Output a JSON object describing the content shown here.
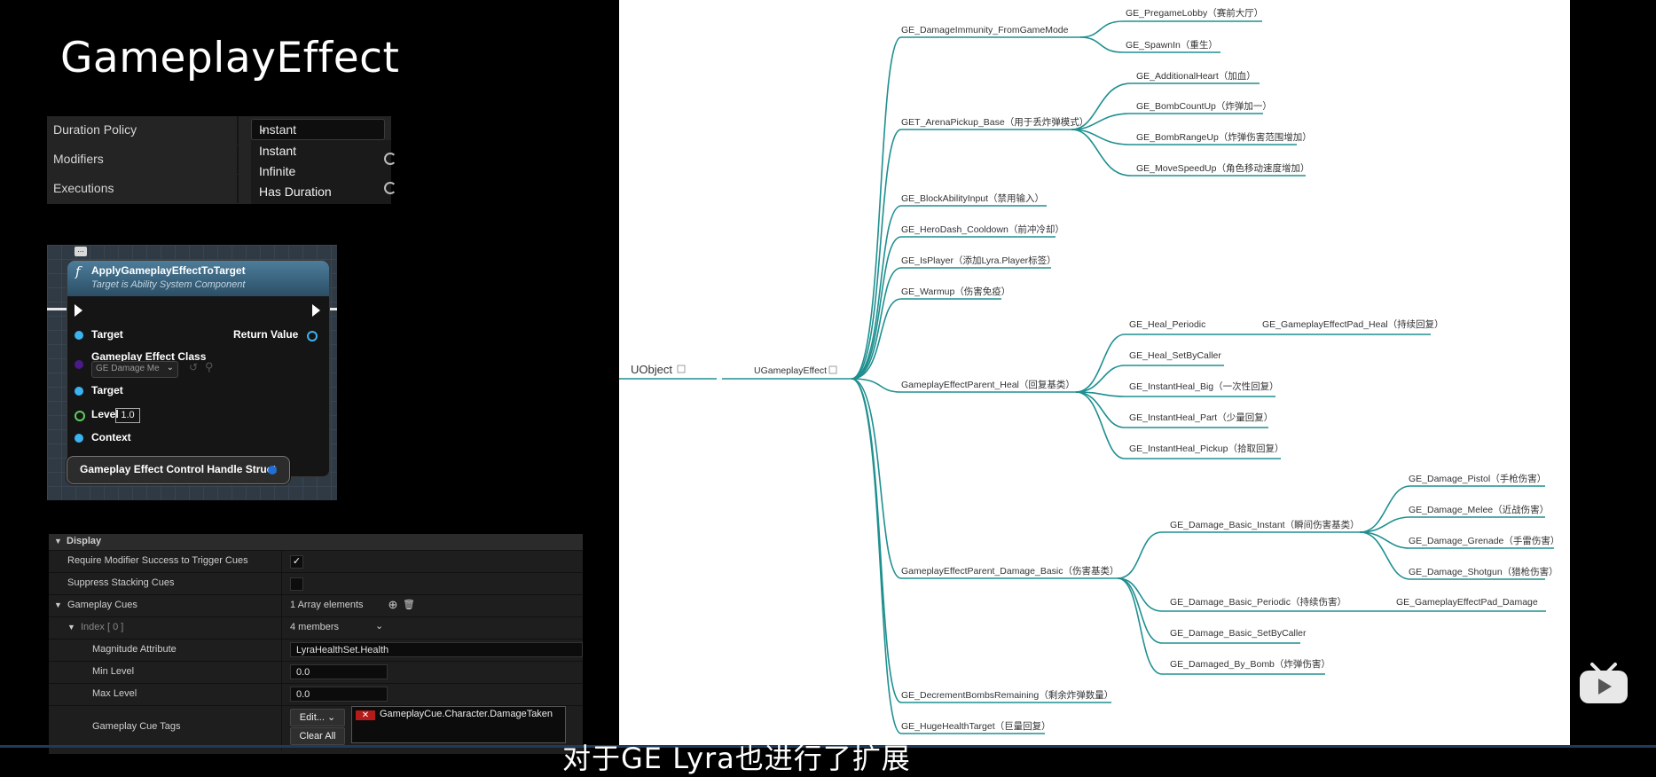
{
  "title": "GameplayEffect",
  "duration_panel": {
    "rows": [
      "Duration Policy",
      "Modifiers",
      "Executions"
    ],
    "selected": "Instant",
    "options": [
      "Instant",
      "Infinite",
      "Has Duration"
    ]
  },
  "node": {
    "title": "ApplyGameplayEffectToTarget",
    "subtitle": "Target is Ability System Component",
    "fx_symbol": "f",
    "menu_dots": "...",
    "pins": {
      "target1": "Target",
      "return_value": "Return Value",
      "effect_class": "Gameplay Effect Class",
      "effect_class_value": "GE Damage Me",
      "target2": "Target",
      "level": "Level",
      "level_value": "1.0",
      "context": "Context"
    },
    "struct_label": "Gameplay Effect Control Handle Struct"
  },
  "details": {
    "display": "Display",
    "require_modifier": "Require Modifier Success to Trigger Cues",
    "suppress_stacking": "Suppress Stacking Cues",
    "gameplay_cues": "Gameplay Cues",
    "array_elements": "1 Array elements",
    "index": "Index [ 0 ]",
    "members": "4 members",
    "magnitude_attribute": "Magnitude Attribute",
    "magnitude_value": "LyraHealthSet.Health",
    "min_level": "Min Level",
    "min_value": "0.0",
    "max_level": "Max Level",
    "max_value": "0.0",
    "cue_tags": "Gameplay Cue Tags",
    "edit": "Edit...",
    "clear_all": "Clear All",
    "tag": "GameplayCue.Character.DamageTaken",
    "check_mark": "✓",
    "add_icon": "⊕",
    "trash_icon": "🗑"
  },
  "mindmap": {
    "root": "UObject",
    "child": "UGameplayEffect",
    "nodes": [
      "GE_DamageImmunity_FromGameMode",
      "GE_PregameLobby（赛前大厅）",
      "GE_SpawnIn（重生）",
      "GET_ArenaPickup_Base（用于丢炸弹模式）",
      "GE_AdditionalHeart（加血）",
      "GE_BombCountUp（炸弹加一）",
      "GE_BombRangeUp（炸弹伤害范围增加）",
      "GE_MoveSpeedUp（角色移动速度增加）",
      "GE_BlockAbilityInput（禁用输入）",
      "GE_HeroDash_Cooldown（前冲冷却）",
      "GE_IsPlayer（添加Lyra.Player标签）",
      "GE_Warmup（伤害免疫）",
      "GameplayEffectParent_Heal（回复基类）",
      "GE_Heal_Periodic",
      "GE_GameplayEffectPad_Heal（持续回复）",
      "GE_Heal_SetByCaller",
      "GE_InstantHeal_Big（一次性回复）",
      "GE_InstantHeal_Part（少量回复）",
      "GE_InstantHeal_Pickup（拾取回复）",
      "GameplayEffectParent_Damage_Basic（伤害基类）",
      "GE_Damage_Basic_Instant（瞬间伤害基类）",
      "GE_Damage_Pistol（手枪伤害）",
      "GE_Damage_Melee（近战伤害）",
      "GE_Damage_Grenade（手雷伤害）",
      "GE_Damage_Shotgun（猎枪伤害）",
      "GE_Damage_Basic_Periodic（持续伤害）",
      "GE_GameplayEffectPad_Damage",
      "GE_Damage_Basic_SetByCaller",
      "GE_Damaged_By_Bomb（炸弹伤害）",
      "GE_DecrementBombsRemaining（剩余炸弹数量）",
      "GE_HugeHealthTarget（巨量回复）"
    ]
  },
  "subtitle": "对于GE Lyra也进行了扩展",
  "colors": {
    "line": "#1f8f8f",
    "node_head": "#3a6a88"
  }
}
